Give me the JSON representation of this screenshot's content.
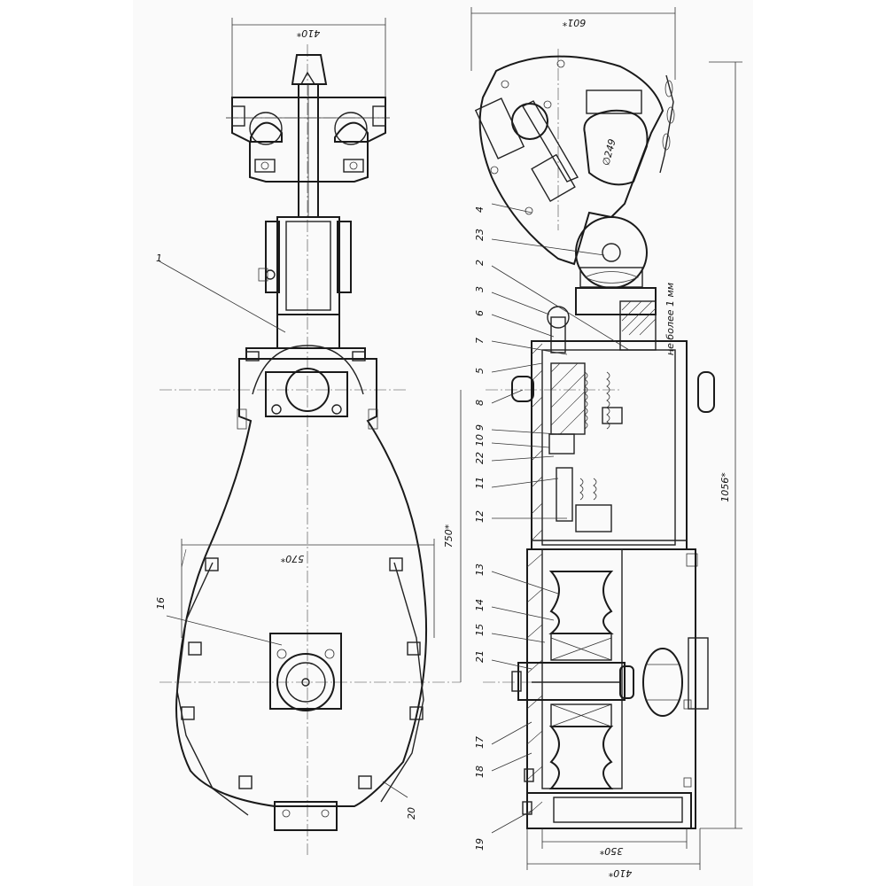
{
  "drawing": {
    "dimensions": {
      "top_width_left": "410*",
      "top_width_right": "601*",
      "length_750": "750*",
      "width_570": "570*",
      "height_1056": "1056*",
      "base_350": "350*",
      "base_410": "410*",
      "diameter_249": "∅249",
      "gap_note": "не более 1 мм"
    },
    "callouts": [
      "1",
      "4",
      "23",
      "2",
      "3",
      "6",
      "7",
      "5",
      "8",
      "9",
      "10",
      "22",
      "11",
      "12",
      "13",
      "14",
      "15",
      "21",
      "17",
      "18",
      "19",
      "16",
      "20"
    ]
  }
}
